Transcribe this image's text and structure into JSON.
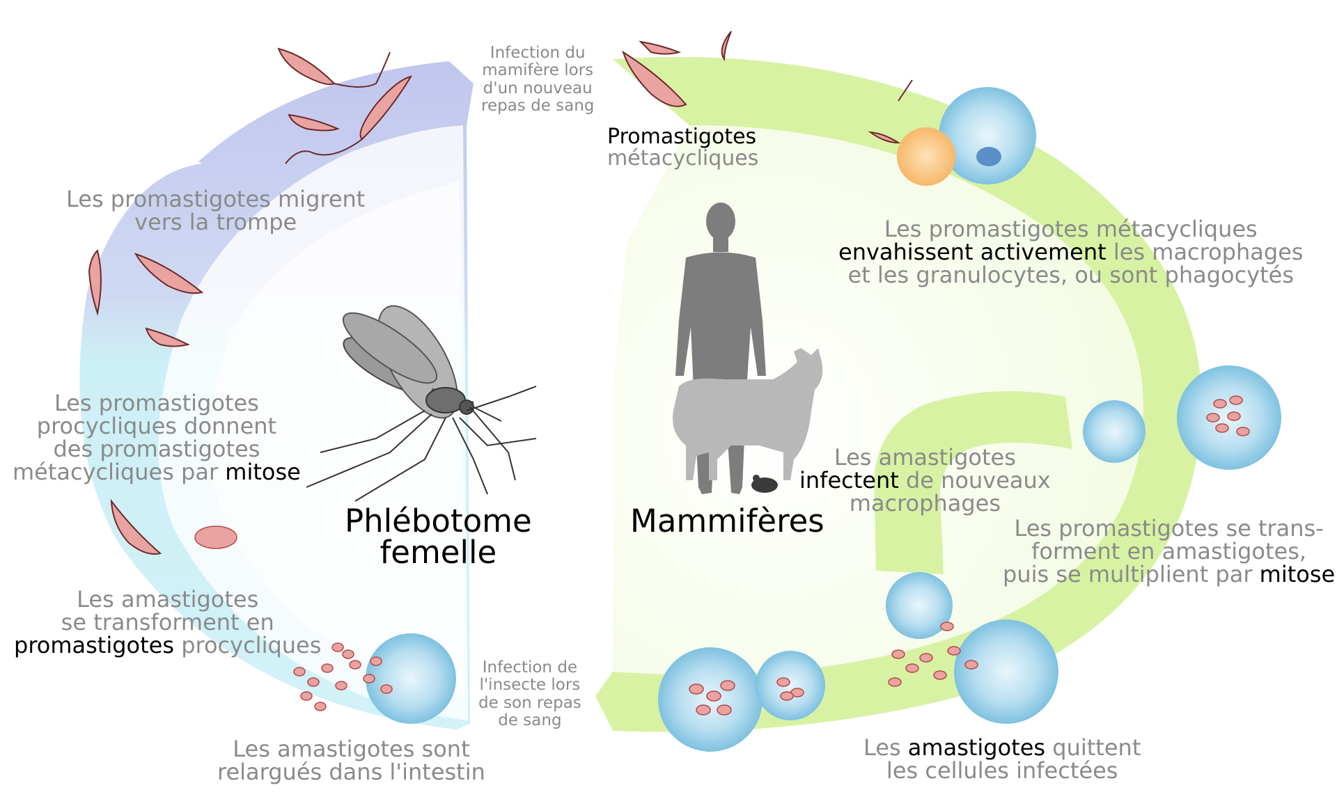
{
  "titles": {
    "sandfly": [
      "Phlébotome",
      "femelle"
    ],
    "mammals": "Mammifères"
  },
  "labels": {
    "migrate": [
      "Les promastigotes migrent",
      "vers la trompe"
    ],
    "procyclic_mitosis": {
      "l1": "Les promastigotes",
      "l2": "procycliques donnent",
      "l3": "des promastigotes",
      "l4a": "métacycliques par ",
      "l4b": "mitose"
    },
    "amast_transform": {
      "l1": "Les amastigotes",
      "l2": "se transforment en",
      "l3a": "promastigotes",
      "l3b": " procycliques"
    },
    "released": [
      "Les amastigotes sont",
      "relargués dans l'intestin"
    ],
    "infection_mammal": [
      "Infection du",
      "mamifère lors",
      "d'un nouveau",
      "repas de sang"
    ],
    "infection_insect": [
      "Infection de",
      "l'insecte lors",
      "de son repas",
      "de sang"
    ],
    "metacyclic": [
      "Promastigotes",
      "métacycliques"
    ],
    "invade": {
      "l1": "Les promastigotes métacycliques",
      "l2a": "envahissent activement",
      "l2b": " les macrophages",
      "l3": "et les granulocytes, ou sont phagocytés"
    },
    "infect_new": {
      "l1": "Les amastigotes",
      "l2a": "infectent",
      "l2b": " de nouveaux",
      "l3": "macrophages"
    },
    "transform_multiply": {
      "l1": "Les promastigotes se trans-",
      "l2": "forment en amastigotes,",
      "l3a": "puis se multiplient par ",
      "l3b": "mitose"
    },
    "leave_cells": {
      "l1a": "Les ",
      "l1b": "amastigotes",
      "l1c": " quittent",
      "l2": "les cellules infectées"
    }
  },
  "colors": {
    "sandfly_band_top": "#c4c8ee",
    "sandfly_band_bottom": "#cdf1f6",
    "mammal_band": "#d8f2a4",
    "text_grey": "#8a8a8a",
    "text_key": "#000000",
    "silhouette_human": "#7d7d7d",
    "silhouette_dog": "#b5b5b5",
    "parasite_fill": "#e9a3a0",
    "macrophage_fill": "#9ecfe4"
  }
}
